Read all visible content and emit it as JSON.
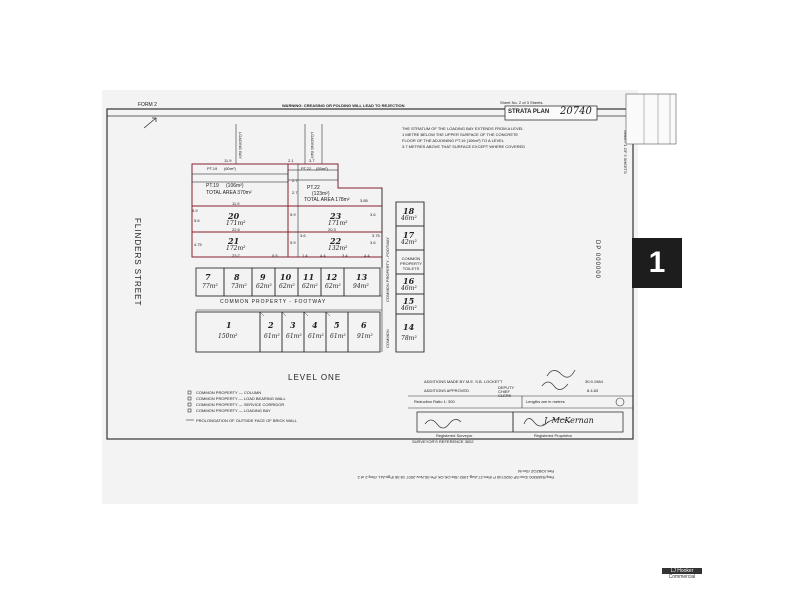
{
  "header": {
    "form": "FORM 2",
    "warning": "WARNING: CREASING OR FOLDING WILL LEAD TO REJECTION",
    "sheet": "Sheet No. 2 of 3 Sheets",
    "plan_label": "STRATA PLAN",
    "plan_number": "20740"
  },
  "note": {
    "lines": [
      "THE STRATUM OF THE LOADING BAY EXTENDS FROM A LEVEL",
      "1 METRE BELOW THE UPPER SURFACE OF THE CONCRETE",
      "FLOOR OF THE ADJOINING PT.19 (106m²) TO A LEVEL",
      "3.7 METRES ABOVE THAT SURFACE EXCEPT WHERE COVERED"
    ]
  },
  "streets": {
    "left": "FLINDERS STREET",
    "loading_bay_a": "LOADING BAY",
    "loading_bay_b": "LOADING BAY",
    "right": "DP 000000",
    "right_side": "SHEET 1 OF 3 SHEETS",
    "footway_upper": "COMMON PROPERTY - FOOTWAY",
    "footway_right": "COMMON PROPERTY - FOOTWAY",
    "common_toilets": "COMMON PROPERTY TOILETS",
    "common_left": "COMMON"
  },
  "upper_lots": [
    {
      "num": "PT.19",
      "area": "(60m²)"
    },
    {
      "num": "PT.19",
      "area": "(106m²)"
    },
    {
      "num": "",
      "area": "TOTAL AREA 370m²"
    },
    {
      "num": "PT.22",
      "area": "(55m²)"
    },
    {
      "num": "PT.22",
      "area": "(123m²)"
    },
    {
      "num": "",
      "area": "TOTAL AREA 178m²"
    },
    {
      "num": "20",
      "area": "171m²"
    },
    {
      "num": "23",
      "area": "171m²"
    },
    {
      "num": "21",
      "area": "172m²"
    },
    {
      "num": "22",
      "area": "132m²"
    },
    {
      "num": "18",
      "area": "46m²"
    },
    {
      "num": "17",
      "area": "42m²"
    }
  ],
  "lots_row1": [
    {
      "num": "7",
      "area": "77m²"
    },
    {
      "num": "8",
      "area": "73m²"
    },
    {
      "num": "9",
      "area": "62m²"
    },
    {
      "num": "10",
      "area": "62m²"
    },
    {
      "num": "11",
      "area": "62m²"
    },
    {
      "num": "12",
      "area": "62m²"
    },
    {
      "num": "13",
      "area": "94m²"
    }
  ],
  "lots_row2": [
    {
      "num": "1",
      "area": "150m²"
    },
    {
      "num": "2",
      "area": "61m²"
    },
    {
      "num": "3",
      "area": "61m²"
    },
    {
      "num": "4",
      "area": "61m²"
    },
    {
      "num": "5",
      "area": "61m²"
    },
    {
      "num": "6",
      "area": "91m²"
    }
  ],
  "lots_right": [
    {
      "num": "16",
      "area": "46m²"
    },
    {
      "num": "15",
      "area": "46m²"
    },
    {
      "num": "14",
      "area": "78m²"
    }
  ],
  "dims": [
    "11.9",
    "2.1",
    "3.7",
    "11.9",
    "2.7",
    "2.7",
    "3.85",
    "22.6",
    "20.3",
    "5.6",
    "4.75",
    "5.9",
    "5.9",
    "3.6",
    "3.6",
    "5.9",
    "3.6",
    "3.75",
    "23.7",
    "0.5",
    "1.4",
    "4.4",
    "3.4",
    "4.4"
  ],
  "level": "LEVEL ONE",
  "legend": [
    "COMMON PROPERTY — COLUMN",
    "COMMON PROPERTY — LOAD BEARING WALL",
    "COMMON PROPERTY — SERVICE CORRIDOR",
    "COMMON PROPERTY — LOADING BAY",
    "PROLONGATION OF OUTSIDE FACE OF BRICK WALL"
  ],
  "additions": {
    "line1": "ADDITIONS MADE BY M.E. S.B. LOCKETT",
    "line1_date": "30.9.1984",
    "line2": "ADDITIONS APPROVED",
    "line2_role": "DEPUTY CHIEF CLERK",
    "line2_date": "8.4.83"
  },
  "scale": "Reduction Ratio 1: 300",
  "lengths": "Lengths are in metres",
  "footer": {
    "surveyor_label": "Registered Surveyor",
    "proprietor_label": "Registered Proprietor",
    "reference": "SURVEYOR'S REFERENCE 3002",
    "signature_right": "J. McKernan"
  },
  "print_strip": {
    "line1": "Req:R489300 /Doc:SP 0020740 P /Rev:27-Aug-1992 /Sts:OK.OK /Prt:30-Nov-2007 15:38 /Pgs:ALL /Seq:2 of 2",
    "line2": "Ref:JOBZOZ /Src:M"
  },
  "badge": "1",
  "brand": {
    "line1": "LJ Hooker",
    "line2": "Commercial"
  }
}
